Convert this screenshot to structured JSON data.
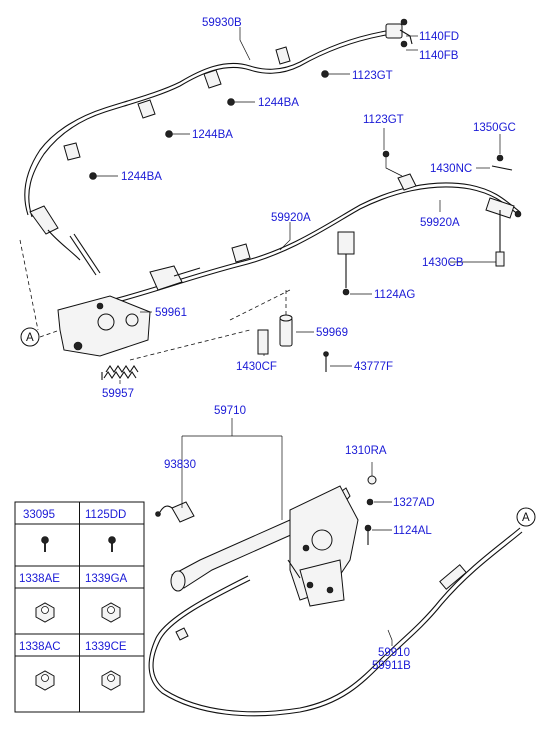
{
  "callouts": {
    "c59930B": "59930B",
    "c1140FD": "1140FD",
    "c1140FB": "1140FB",
    "c1123GT_top": "1123GT",
    "c1244BA_1": "1244BA",
    "c1244BA_2": "1244BA",
    "c1244BA_3": "1244BA",
    "c1123GT_mid": "1123GT",
    "c1350GC": "1350GC",
    "c1430NC": "1430NC",
    "c59920A_1": "59920A",
    "c59920A_2": "59920A",
    "c1430CB": "1430CB",
    "c1124AG": "1124AG",
    "c59961": "59961",
    "c59969": "59969",
    "c1430CF": "1430CF",
    "c43777F": "43777F",
    "c59957": "59957",
    "c59710": "59710",
    "c93830": "93830",
    "c1310RA": "1310RA",
    "c1327AD": "1327AD",
    "c1124AL": "1124AL",
    "c59910": "59910",
    "c59911B": "59911B"
  },
  "markers": {
    "a_left": "A",
    "a_right": "A"
  },
  "parts_table": {
    "cells": [
      "33095",
      "1125DD",
      "1338AE",
      "1339GA",
      "1338AC",
      "1339CE"
    ]
  }
}
